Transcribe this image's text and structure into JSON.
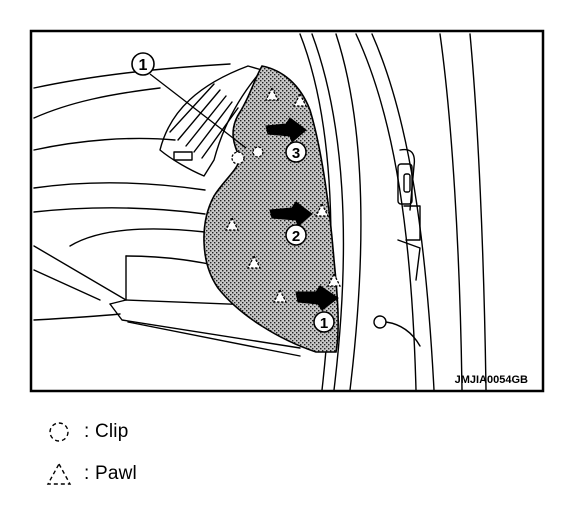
{
  "figure": {
    "code": "JMJIA0054GB",
    "callouts": {
      "panel": "1",
      "step1": "1",
      "step2": "2",
      "step3": "3"
    },
    "colors": {
      "line": "#000000",
      "hatch": "#9a9a9a",
      "background": "#ffffff"
    }
  },
  "legend": {
    "clip": {
      "icon": "clip-circle-dashed-icon",
      "label": ": Clip"
    },
    "pawl": {
      "icon": "pawl-triangle-dashed-icon",
      "label": ": Pawl"
    }
  }
}
